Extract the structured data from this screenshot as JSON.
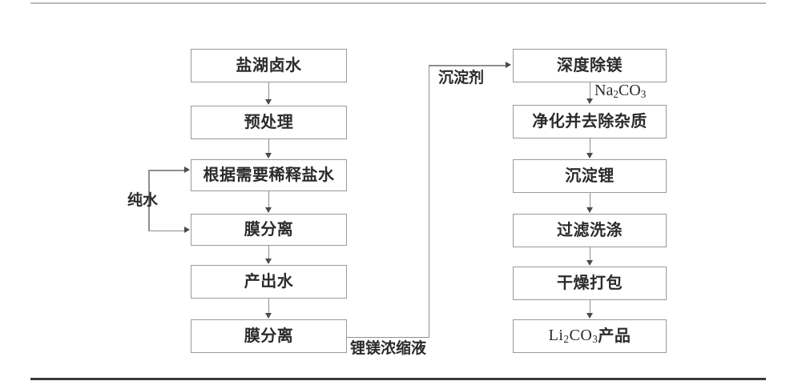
{
  "figure": {
    "type": "process-flow-diagram",
    "title": "",
    "background": "#ffffff",
    "box_border_color": "#9a9a9a",
    "connector_color": "#8e8e8e",
    "text_color": "#2b2b2b",
    "rule_top_color": "#b9b9b9",
    "rule_bottom_color": "#3a3a3a"
  },
  "left_column": {
    "nodes": [
      {
        "id": "brine",
        "label": "盐湖卤水"
      },
      {
        "id": "pretreat",
        "label": "预处理"
      },
      {
        "id": "dilute",
        "label": "根据需要稀释盐水"
      },
      {
        "id": "membrane1",
        "label": "膜分离"
      },
      {
        "id": "product-water",
        "label": "产出水"
      },
      {
        "id": "membrane2",
        "label": "膜分离"
      }
    ]
  },
  "right_column": {
    "nodes": [
      {
        "id": "deep-demag",
        "label": "深度除镁"
      },
      {
        "id": "purify",
        "label": "净化并去除杂质"
      },
      {
        "id": "precipitate-li",
        "label": "沉淀锂"
      },
      {
        "id": "filter-wash",
        "label": "过滤洗涤"
      },
      {
        "id": "dry-pack",
        "label": "干燥打包"
      },
      {
        "id": "product",
        "label": "Li2CO3产品",
        "formula_prefix": "Li",
        "sub1": "2",
        "formula_mid": "CO",
        "sub2": "3",
        "suffix": "产品"
      }
    ]
  },
  "edge_labels": {
    "pure_water": "纯水",
    "precipitant": "沉淀剂",
    "li_mg_concentrate": "锂镁浓缩液",
    "sodium_carbonate": {
      "prefix": "Na",
      "sub1": "2",
      "mid": "CO",
      "sub2": "3"
    }
  }
}
